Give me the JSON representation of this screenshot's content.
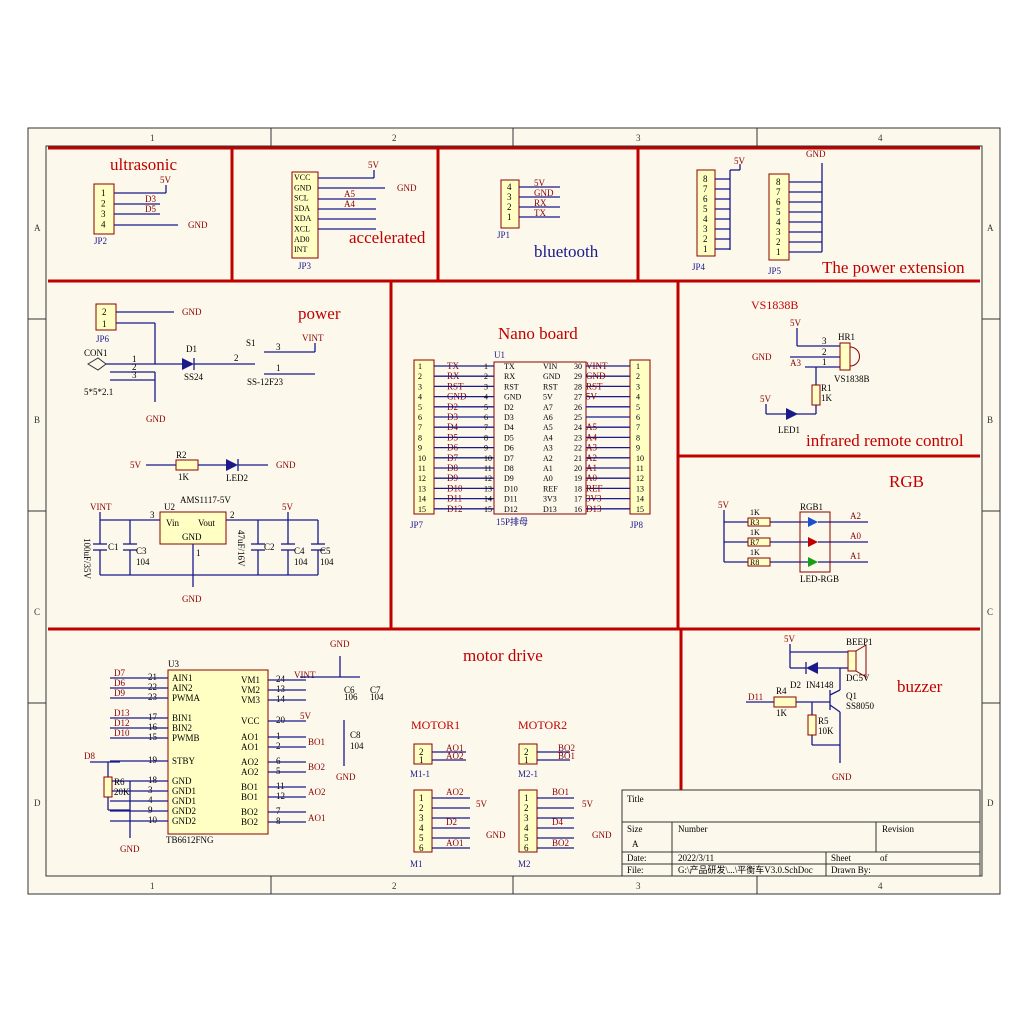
{
  "sections": {
    "ultrasonic": "ultrasonic",
    "accelerated": "accelerated",
    "bluetooth": "bluetooth",
    "power_extension": "The power extension",
    "power": "power",
    "nano_board": "Nano board",
    "vs1838b": "VS1838B",
    "infrared": "infrared remote control",
    "rgb": "RGB",
    "motor_drive": "motor drive",
    "buzzer": "buzzer",
    "motor1": "MOTOR1",
    "motor2": "MOTOR2"
  },
  "border": {
    "cols": [
      "1",
      "2",
      "3",
      "4"
    ],
    "rows": [
      "A",
      "B",
      "C",
      "D"
    ]
  },
  "jp2": {
    "ref": "JP2",
    "pins": [
      "1",
      "2",
      "3",
      "4"
    ],
    "nets": [
      "5V",
      "D3",
      "D5",
      "GND"
    ]
  },
  "jp3": {
    "ref": "JP3",
    "pins": [
      "VCC",
      "GND",
      "SCL",
      "SDA",
      "XDA",
      "XCL",
      "AD0",
      "INT"
    ],
    "nets": [
      "5V",
      "GND",
      "A5",
      "A4"
    ]
  },
  "jp1": {
    "ref": "JP1",
    "pins": [
      "4",
      "3",
      "2",
      "1"
    ],
    "nets": [
      "5V",
      "GND",
      "RX",
      "TX"
    ]
  },
  "jp4": {
    "ref": "JP4",
    "pins": [
      "8",
      "7",
      "6",
      "5",
      "4",
      "3",
      "2",
      "1"
    ],
    "net": "5V"
  },
  "jp5": {
    "ref": "JP5",
    "pins": [
      "8",
      "7",
      "6",
      "5",
      "4",
      "3",
      "2",
      "1"
    ],
    "net": "GND"
  },
  "power": {
    "jp6": "JP6",
    "jp6_pins": [
      "2",
      "1"
    ],
    "gnd": "GND",
    "con1": "CON1",
    "con1_size": "5*5*2.1",
    "con1_pins": [
      "1",
      "2",
      "3"
    ],
    "d1": "D1",
    "d1_part": "SS24",
    "s1": "S1",
    "s1_part": "SS-12F23",
    "s1_pins": [
      "3",
      "2",
      "1"
    ],
    "vint": "VINT",
    "r2": "R2",
    "r2_val": "1K",
    "led2": "LED2",
    "v5": "5V",
    "u2": "U2",
    "u2_part": "AMS1117-5V",
    "vin": "Vin",
    "vout": "Vout",
    "u2gnd": "GND",
    "u2_pins": [
      "3",
      "2",
      "1"
    ],
    "c1": "C1",
    "c1_val": "100uF/35V",
    "c3": "C3",
    "c3_val": "104",
    "c2": "C2",
    "c2_val": "47uF/16V",
    "c4": "C4",
    "c4_val": "104",
    "c5": "C5",
    "c5_val": "104"
  },
  "nano": {
    "u1": "U1",
    "socket": "15P排母",
    "jp7": "JP7",
    "jp8": "JP8",
    "left_names": [
      "TX",
      "RX",
      "RST",
      "GND",
      "D2",
      "D3",
      "D4",
      "D5",
      "D6",
      "D7",
      "D8",
      "D9",
      "D10",
      "D11",
      "D12"
    ],
    "right_names": [
      "VIN",
      "GND",
      "RST",
      "5V",
      "A7",
      "A6",
      "A5",
      "A4",
      "A3",
      "A2",
      "A1",
      "A0",
      "REF",
      "3V3",
      "D13"
    ],
    "right_nums": [
      "30",
      "29",
      "28",
      "27",
      "26",
      "25",
      "24",
      "23",
      "22",
      "21",
      "20",
      "19",
      "18",
      "17",
      "16"
    ],
    "right_nets": [
      "VINT",
      "GND",
      "RST",
      "5V",
      "",
      "",
      "A5",
      "A4",
      "A3",
      "A2",
      "A1",
      "A0",
      "REF",
      "3V3",
      "D13"
    ],
    "nums_15": [
      "1",
      "2",
      "3",
      "4",
      "5",
      "6",
      "7",
      "8",
      "9",
      "10",
      "11",
      "12",
      "13",
      "14",
      "15"
    ]
  },
  "ir": {
    "hr1": "HR1",
    "part": "VS1838B",
    "r1": "R1",
    "r1_val": "1K",
    "led1": "LED1",
    "a3": "A3",
    "v5": "5V",
    "gnd": "GND",
    "pins": [
      "3",
      "2",
      "1"
    ]
  },
  "rgb": {
    "v5": "5V",
    "rgb1": "RGB1",
    "part": "LED-RGB",
    "res": [
      "R3",
      "R7",
      "R8"
    ],
    "vals": [
      "1K",
      "1K",
      "1K"
    ],
    "nets": [
      "A2",
      "A0",
      "A1"
    ]
  },
  "motor": {
    "u3": "U3",
    "part": "TB6612FNG",
    "left_pins": [
      "AIN1",
      "AIN2",
      "PWMA",
      "BIN1",
      "BIN2",
      "PWMB",
      "STBY",
      "GND",
      "GND1",
      "GND1",
      "GND2",
      "GND2"
    ],
    "left_nums": [
      "21",
      "22",
      "23",
      "17",
      "16",
      "15",
      "19",
      "18",
      "3",
      "4",
      "9",
      "10"
    ],
    "left_nets": [
      "D7",
      "D6",
      "D9",
      "D13",
      "D12",
      "D10",
      "D8"
    ],
    "right_pins": [
      "VM1",
      "VM2",
      "VM3",
      "VCC",
      "AO1",
      "AO1",
      "AO2",
      "AO2",
      "BO1",
      "BO1",
      "BO2",
      "BO2"
    ],
    "right_nums": [
      "24",
      "13",
      "14",
      "20",
      "1",
      "2",
      "6",
      "5",
      "11",
      "12",
      "7",
      "8"
    ],
    "right_nets": [
      "VINT",
      "5V",
      "BO1",
      "BO2",
      "AO2",
      "AO1"
    ],
    "r6": "R6",
    "r6_val": "20K",
    "gnd": "GND",
    "c6": "C6",
    "c6_val": "106",
    "c7": "C7",
    "c7_val": "104",
    "c8": "C8",
    "c8_val": "104"
  },
  "motors": {
    "m11": "M1-1",
    "m21": "M2-1",
    "m1": "M1",
    "m2": "M2",
    "m11_nets": [
      "AO1",
      "AO2"
    ],
    "m21_nets": [
      "BO2",
      "BO1"
    ],
    "m1_nets": [
      "AO2",
      "5V",
      "D2",
      "GND",
      "AO1"
    ],
    "m2_nets": [
      "BO1",
      "5V",
      "D4",
      "GND",
      "BO2"
    ],
    "pins6": [
      "1",
      "2",
      "3",
      "4",
      "5",
      "6"
    ],
    "pins2": [
      "2",
      "1"
    ]
  },
  "buzzer": {
    "beep1": "BEEP1",
    "part": "DC5V",
    "d2": "D2",
    "d2_part": "IN4148",
    "q1": "Q1",
    "q1_part": "SS8050",
    "r4": "R4",
    "r4_val": "1K",
    "r5": "R5",
    "r5_val": "10K",
    "d11": "D11",
    "v5": "5V",
    "gnd": "GND"
  },
  "title_block": {
    "title": "Title",
    "size": "Size",
    "size_val": "A",
    "number": "Number",
    "revision": "Revision",
    "date_label": "Date:",
    "date": "2022/3/11",
    "sheet": "Sheet",
    "of": "of",
    "file_label": "File:",
    "file": "G:\\产品研发\\...\\平衡车V3.0.SchDoc",
    "drawn": "Drawn By:"
  },
  "colors": {
    "frame_red": "#c00000",
    "wire_blue": "#1a1a8c",
    "part_fill": "#ffffc4"
  }
}
